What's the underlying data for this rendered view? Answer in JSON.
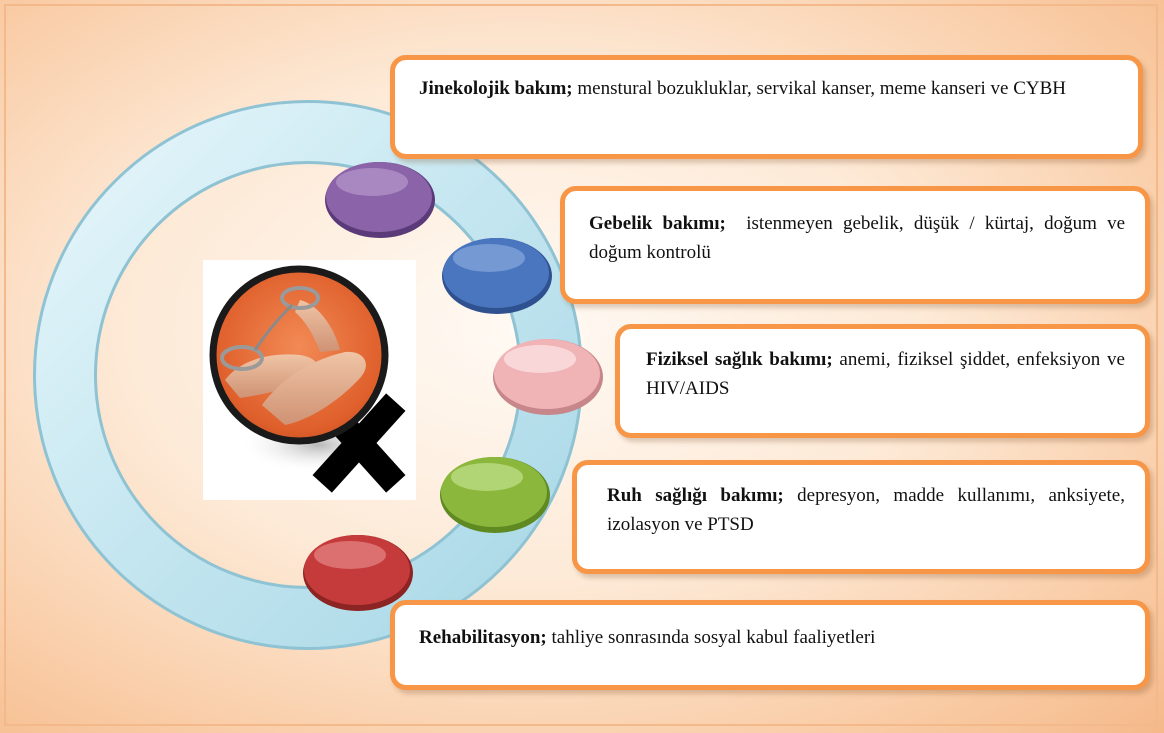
{
  "boxes": [
    {
      "title": "Jinekolojik bakım;",
      "text": " menstural bozukluklar, servikal kanser, meme kanseri ve CYBH",
      "color": "#8b63a8"
    },
    {
      "title": "Gebelik bakımı;",
      "text": "  istenmeyen gebelik, düşük / kürtaj, doğum ve doğum kontrolü",
      "color": "#4a76bf"
    },
    {
      "title": "Fiziksel sağlık bakımı;",
      "text": " anemi, fiziksel şiddet, enfeksiyon ve HIV/AIDS",
      "color": "#f0b3b6"
    },
    {
      "title": "Ruh sağlığı bakımı;",
      "text": " depresyon, madde kullanımı, anksiyete, izolasyon ve PTSD",
      "color": "#8bb83c"
    },
    {
      "title": "Rehabilitasyon;",
      "text": " tahliye sonrasında sosyal kabul faaliyetleri",
      "color": "#c53b3b"
    }
  ],
  "theme": {
    "box_border": "#f79646",
    "ring": "#bfe4ef",
    "cross": "#000000",
    "emblem_fill": "#e06a3a"
  },
  "center_image": "handcuffed-hands-female-symbol"
}
